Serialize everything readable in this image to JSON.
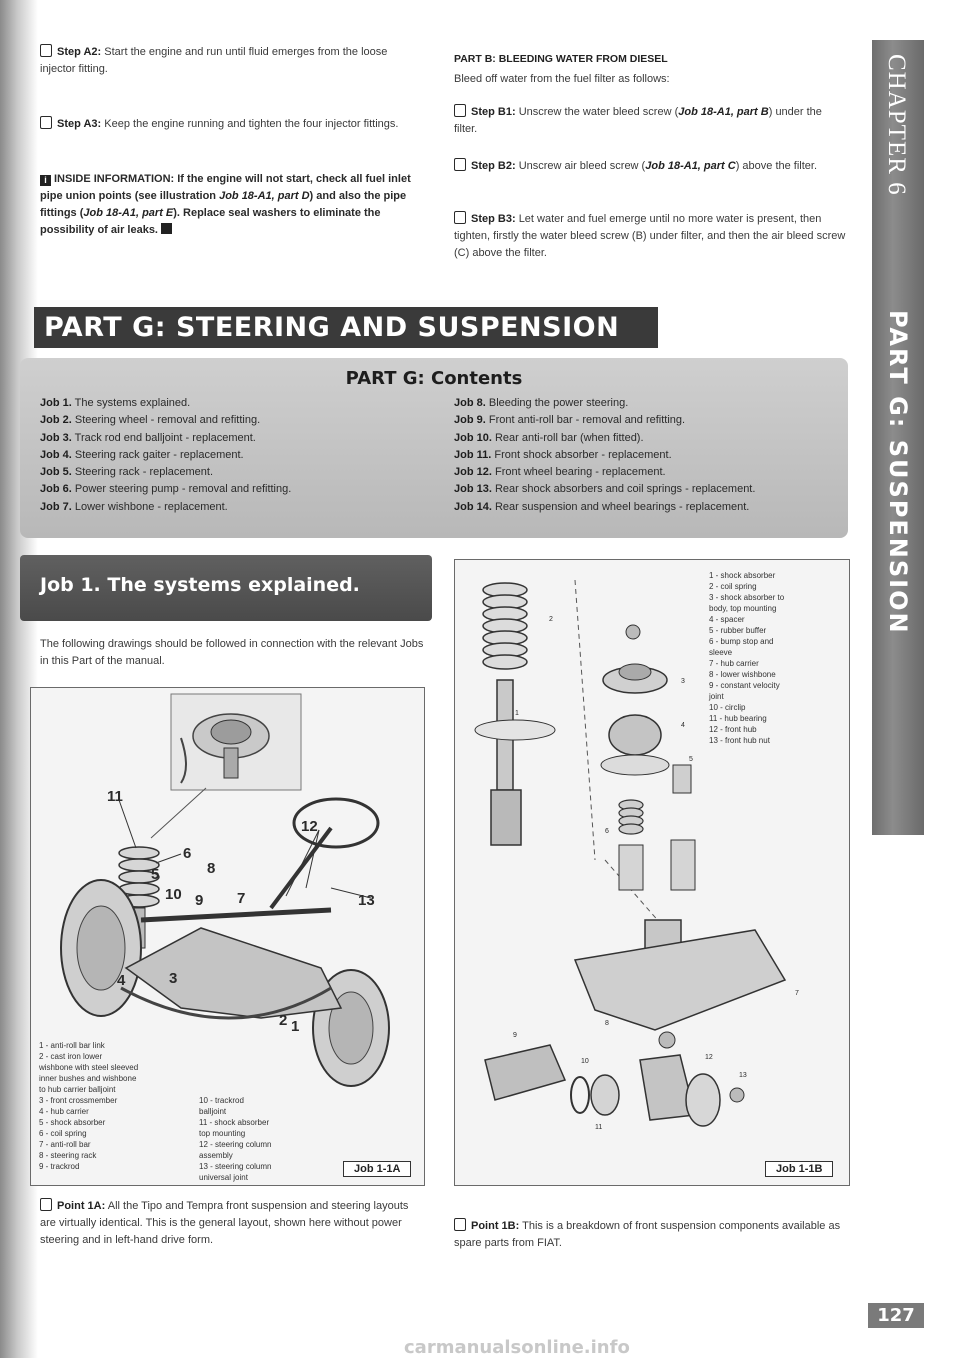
{
  "steps_left": [
    {
      "label": "Step A2:",
      "text": "Start the engine and run until fluid emerges from the loose injector fitting."
    },
    {
      "label": "Step A3:",
      "text": "Keep the engine running and tighten the four injector fittings."
    }
  ],
  "inside_info": {
    "icon": "i",
    "label": "INSIDE INFORMATION:",
    "text1": "If the engine will not start, check all fuel inlet pipe union points (see illustration",
    "ref1": "Job 18-A1, part D",
    "text2": ") and also the pipe fittings (",
    "ref2": "Job 18-A1, part E",
    "text3": "). Replace seal washers to eliminate the possibility of air leaks."
  },
  "part_b": {
    "title": "PART B: BLEEDING WATER FROM DIESEL",
    "intro": "Bleed off water from the fuel filter as follows:",
    "steps": [
      {
        "label": "Step B1:",
        "pre": "Unscrew the water bleed screw (",
        "ref": "Job 18-A1, part B",
        "post": ") under the filter."
      },
      {
        "label": "Step B2:",
        "pre": "Unscrew air bleed screw (",
        "ref": "Job 18-A1, part C",
        "post": ") above the filter."
      },
      {
        "label": "Step B3:",
        "pre": "Let water and fuel emerge until no more water is present, then tighten, firstly the water bleed screw (B) under filter, and then the air bleed screw (C) above the filter.",
        "ref": "",
        "post": ""
      }
    ]
  },
  "banner": "PART G: STEERING AND SUSPENSION",
  "contents": {
    "title": "PART G: Contents",
    "left": [
      {
        "num": "Job 1.",
        "text": "The systems explained."
      },
      {
        "num": "Job 2.",
        "text": "Steering wheel - removal and refitting."
      },
      {
        "num": "Job 3.",
        "text": "Track rod end balljoint - replacement."
      },
      {
        "num": "Job 4.",
        "text": "Steering rack gaiter - replacement."
      },
      {
        "num": "Job 5.",
        "text": "Steering rack - replacement."
      },
      {
        "num": "Job 6.",
        "text": "Power steering pump - removal and refitting."
      },
      {
        "num": "Job 7.",
        "text": "Lower wishbone - replacement."
      }
    ],
    "right": [
      {
        "num": "Job 8.",
        "text": "Bleeding the power steering."
      },
      {
        "num": "Job 9.",
        "text": "Front anti-roll bar - removal and refitting."
      },
      {
        "num": "Job 10.",
        "text": "Rear anti-roll bar (when fitted)."
      },
      {
        "num": "Job 11.",
        "text": "Front shock absorber - replacement."
      },
      {
        "num": "Job 12.",
        "text": "Front wheel bearing - replacement."
      },
      {
        "num": "Job 13.",
        "text": "Rear shock absorbers and coil springs - replacement."
      },
      {
        "num": "Job 14.",
        "text": "Rear suspension and wheel bearings - replacement."
      }
    ]
  },
  "job1": {
    "title": "Job 1. The systems explained.",
    "intro": "The following drawings should be followed in connection with the relevant Jobs in this Part of the manual."
  },
  "fig_a": {
    "label": "Job 1-1A",
    "callouts": [
      "11",
      "12",
      "6",
      "5",
      "8",
      "10",
      "9",
      "7",
      "13",
      "4",
      "3",
      "2",
      "1"
    ],
    "legend_left": [
      "1 - anti-roll bar link",
      "2 - cast iron lower",
      "wishbone with steel sleeved",
      "inner bushes and wishbone",
      "to hub carrier balljoint",
      "3 - front crossmember",
      "4 - hub carrier",
      "5 - shock absorber",
      "6 - coil spring",
      "7 - anti-roll bar",
      "8 - steering rack",
      "9 - trackrod"
    ],
    "legend_right": [
      "10 - trackrod",
      "balljoint",
      "11 - shock absorber",
      "top mounting",
      "12 - steering column",
      "assembly",
      "13 - steering column",
      "universal joint"
    ]
  },
  "fig_b": {
    "label": "Job 1-1B",
    "legend": [
      "1 - shock absorber",
      "2 - coil spring",
      "3 - shock absorber to",
      "body, top mounting",
      "4 - spacer",
      "5 - rubber buffer",
      "6 - bump stop and",
      "sleeve",
      "7 - hub carrier",
      "8 - lower wishbone",
      "9 - constant velocity",
      "joint",
      "10 - circlip",
      "11 - hub bearing",
      "12 - front hub",
      "13 - front hub nut"
    ],
    "callouts": [
      "2",
      "3",
      "4",
      "5",
      "6",
      "1",
      "7",
      "8",
      "9",
      "10",
      "11",
      "12",
      "13"
    ]
  },
  "point_a": {
    "label": "Point 1A:",
    "text": "All the Tipo and Tempra front suspension and steering layouts are virtually identical. This is the general layout, shown here without power steering and in left-hand drive form."
  },
  "point_b": {
    "label": "Point 1B:",
    "text": "This is a breakdown of front suspension components available as spare parts from FIAT."
  },
  "sidebar": {
    "chapter": "CHAPTER 6",
    "part": "PART G: SUSPENSION"
  },
  "page_number": "127",
  "footer": "carmanualsonline.info"
}
